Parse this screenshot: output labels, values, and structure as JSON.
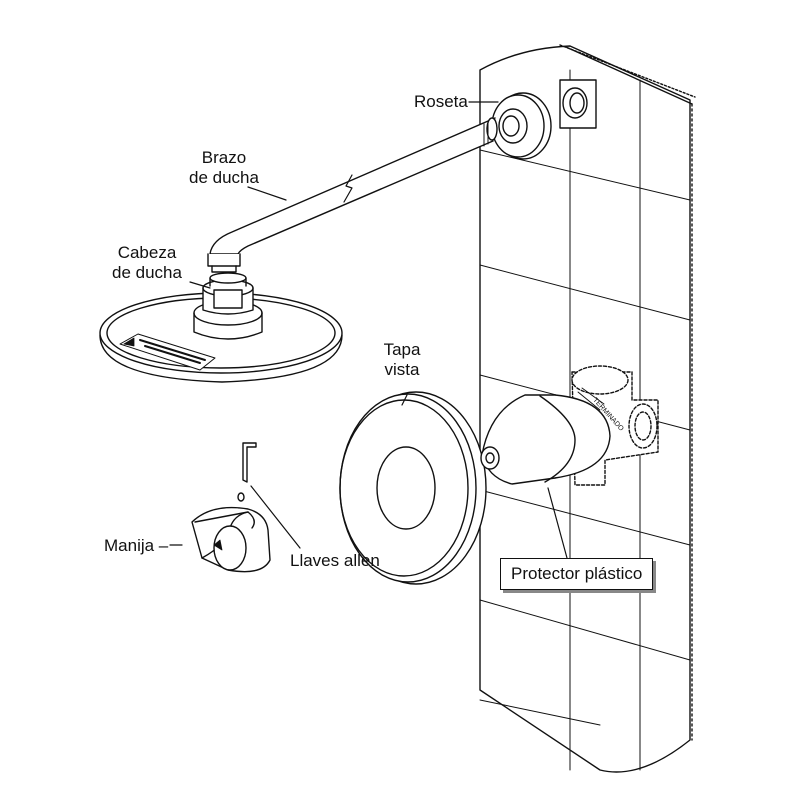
{
  "labels": {
    "roseta": "Roseta",
    "brazo_line1": "Brazo",
    "brazo_line2": "de ducha",
    "cabeza_line1": "Cabeza",
    "cabeza_line2": "de ducha",
    "tapa_line1": "Tapa",
    "tapa_line2": "vista",
    "manija": "Manija –",
    "llaves": "Llaves allen",
    "protector": "Protector plástico"
  },
  "colors": {
    "ink": "#111111",
    "wall": "#ffffff",
    "shadow": "#888888"
  }
}
